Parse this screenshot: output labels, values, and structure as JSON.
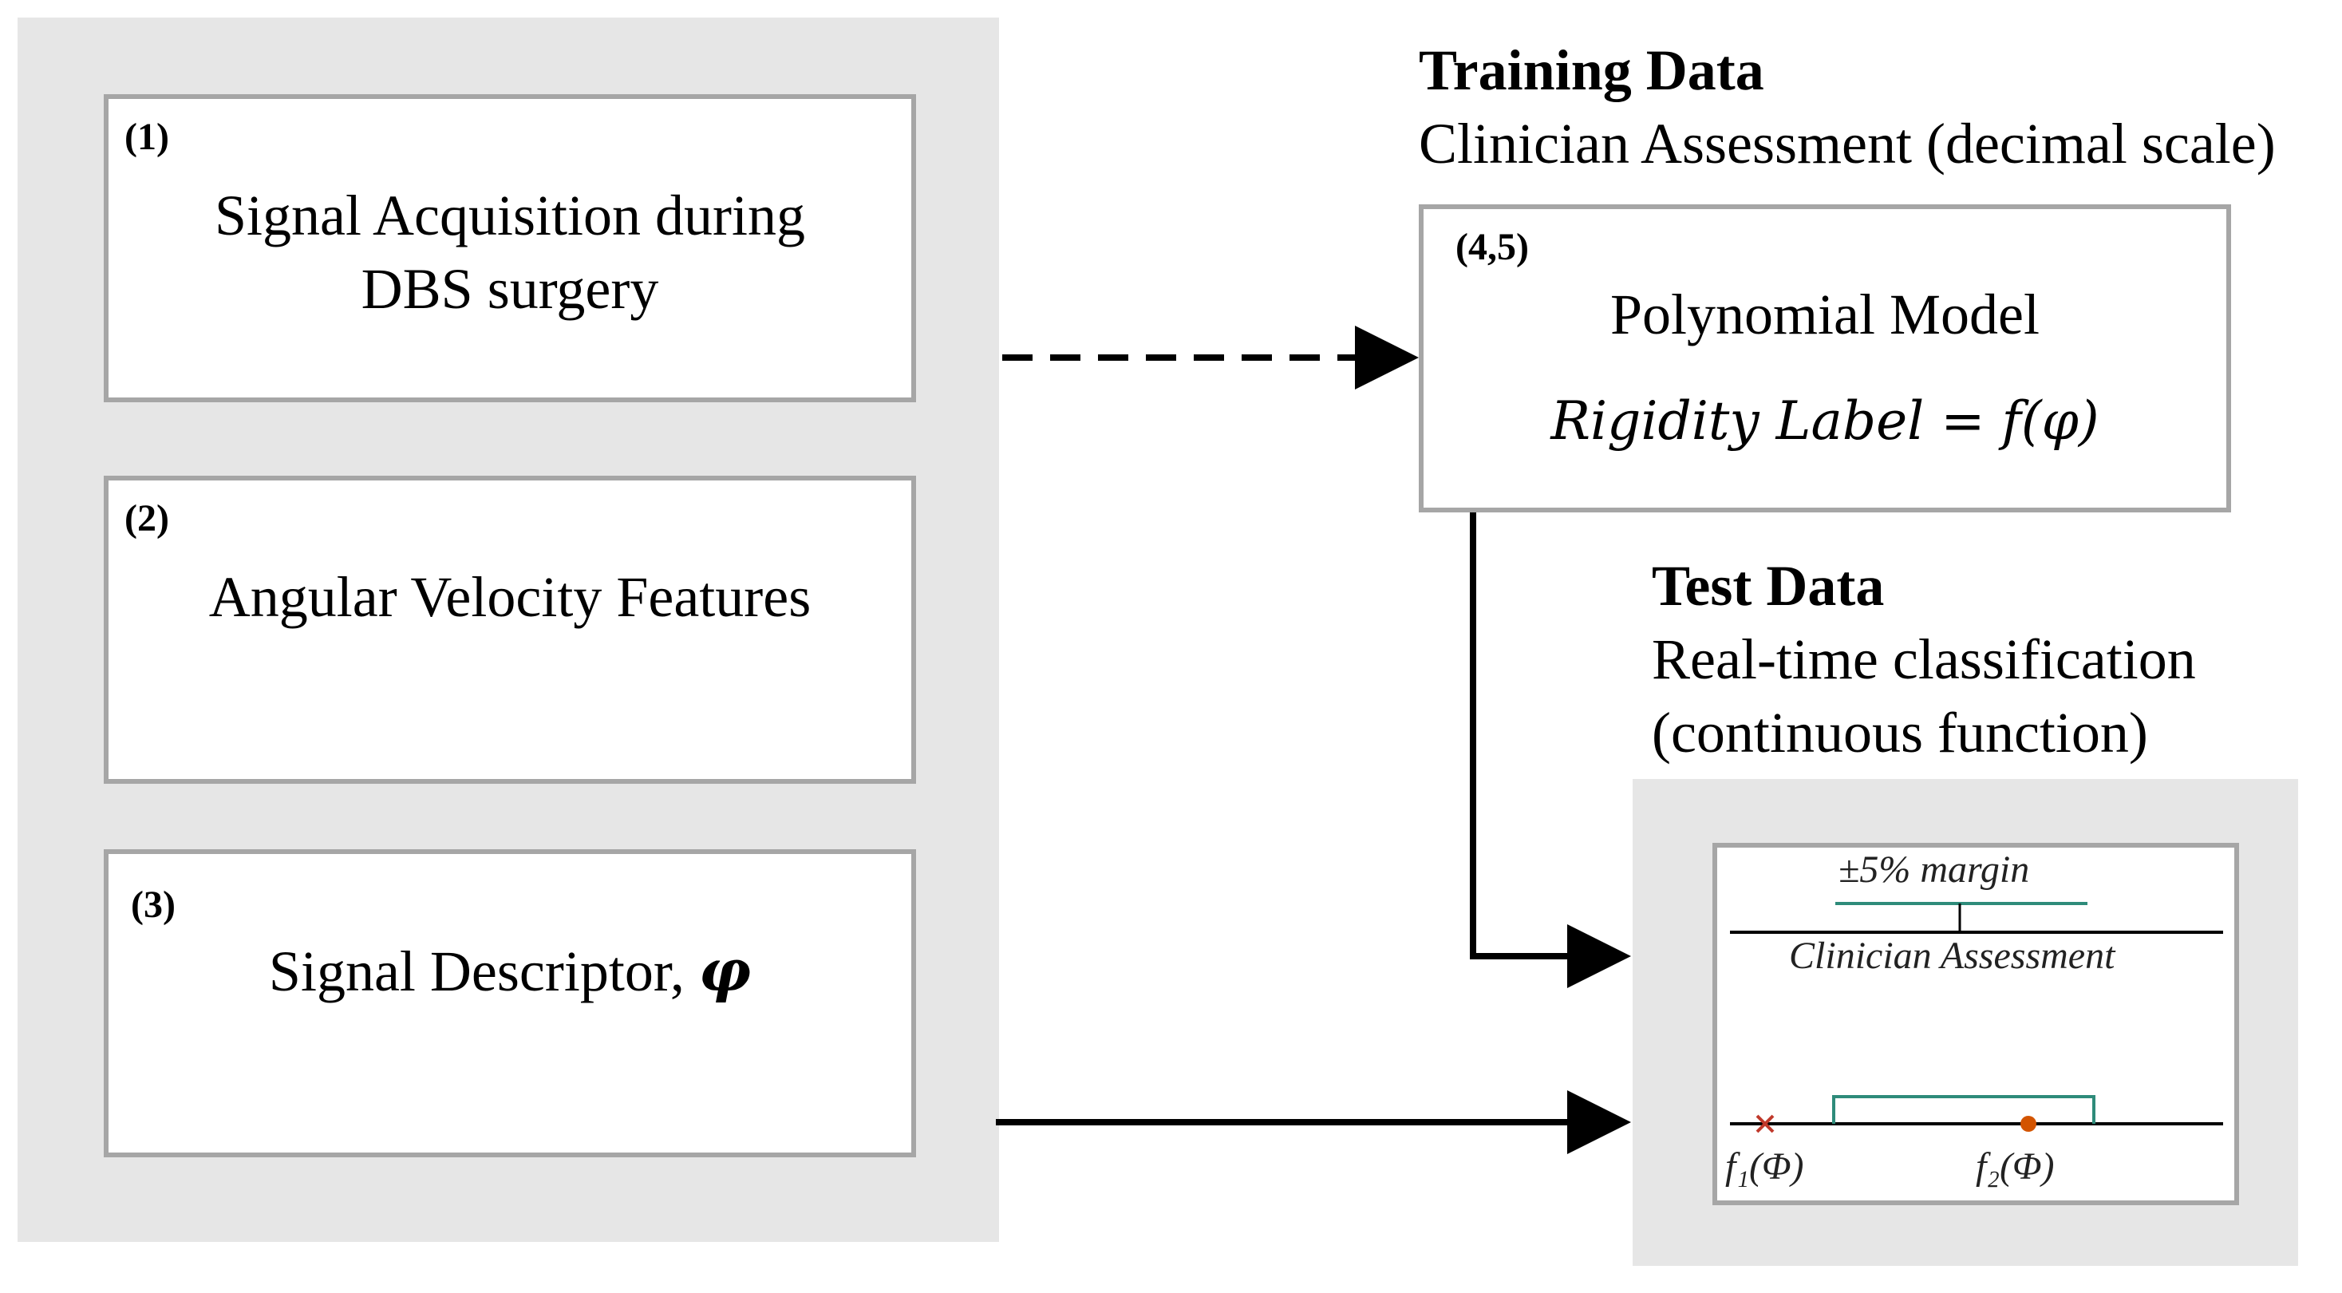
{
  "left_panel": {
    "steps": [
      {
        "number": "(1)",
        "text_line1": "Signal Acquisition during",
        "text_line2": "DBS surgery"
      },
      {
        "number": "(2)",
        "text_line1": "Angular Velocity Features"
      },
      {
        "number": "(3)",
        "text_prefix": "Signal Descriptor, ",
        "symbol": "φ"
      }
    ]
  },
  "training": {
    "heading": "Training Data",
    "subtitle": "Clinician Assessment (decimal scale)"
  },
  "model": {
    "number": "(4,5)",
    "title": "Polynomial Model",
    "equation": "Rigidity Label = f(φ)"
  },
  "test": {
    "heading": "Test Data",
    "subtitle_line1": "Real-time classification",
    "subtitle_line2": "(continuous function)"
  },
  "inset": {
    "margin_label": "±5% margin",
    "axis_label": "Clinician Assessment",
    "f1_label": "f₁(Φ)",
    "f2_label": "f₂(Φ)",
    "colors": {
      "margin": "#2e8b7a",
      "cross": "#c0392b",
      "dot": "#d35400"
    }
  }
}
